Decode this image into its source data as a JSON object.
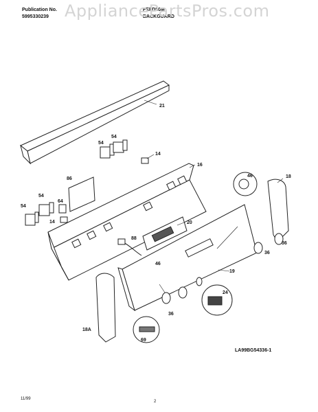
{
  "header": {
    "publication_label": "Publication No.",
    "publication_number": "5995330239",
    "model": "FEFD50M",
    "section": "BACKGUARD",
    "watermark": "AppliancePartsPros.com"
  },
  "callouts": [
    "21",
    "54",
    "54",
    "14",
    "86",
    "16",
    "46",
    "18",
    "54",
    "64",
    "54",
    "14",
    "20",
    "88",
    "36",
    "46",
    "19",
    "36",
    "24",
    "18A",
    "69",
    "36"
  ],
  "diagram_ref": "LA99BG54336-1",
  "footer": {
    "date": "11/99",
    "page": "2"
  }
}
